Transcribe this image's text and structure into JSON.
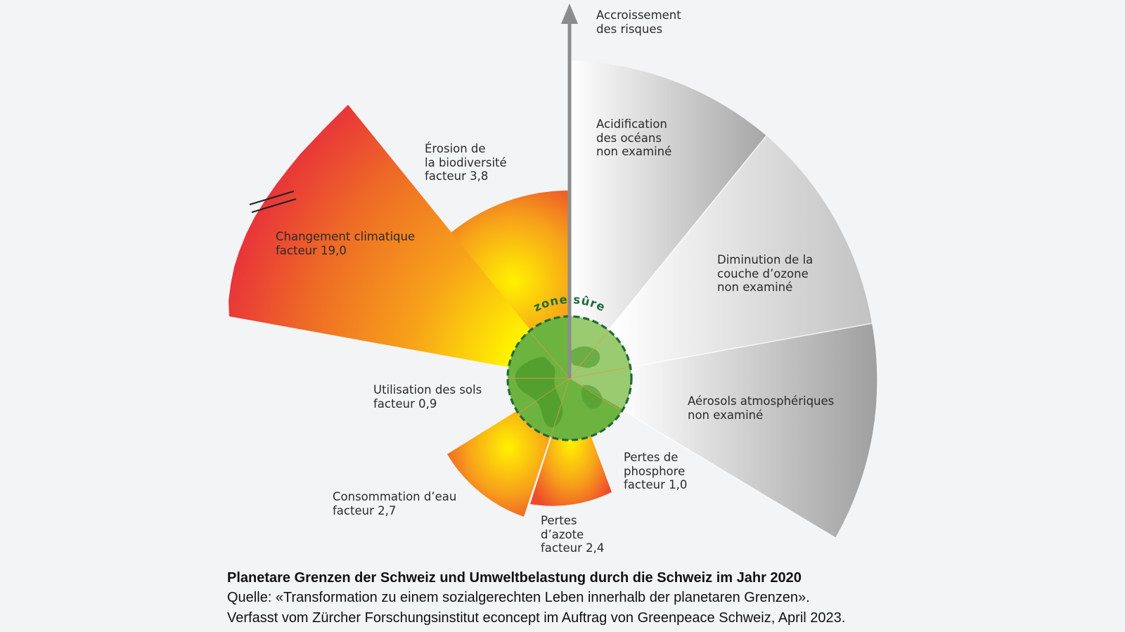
{
  "axis_label": [
    "Accroissement",
    "des risques"
  ],
  "safe_zone_label": "zone sûre",
  "segments": [
    {
      "id": "climate",
      "lines": [
        "Changement climatique",
        "facteur 19,0"
      ],
      "factor": 19.0
    },
    {
      "id": "biodiversity",
      "lines": [
        "Érosion de",
        "la biodiversité",
        "facteur 3,8"
      ],
      "factor": 3.8
    },
    {
      "id": "ocean",
      "lines": [
        "Acidification",
        "des océans",
        "non examiné"
      ],
      "factor": null
    },
    {
      "id": "ozone",
      "lines": [
        "Diminution de la",
        "couche d’ozone",
        "non examiné"
      ],
      "factor": null
    },
    {
      "id": "aerosols",
      "lines": [
        "Aérosols atmosphériques",
        "non examiné"
      ],
      "factor": null
    },
    {
      "id": "phosphorus",
      "lines": [
        "Pertes de",
        "phosphore",
        "facteur 1,0"
      ],
      "factor": 1.0
    },
    {
      "id": "nitrogen",
      "lines": [
        "Pertes",
        "d’azote",
        "facteur 2,4"
      ],
      "factor": 2.4
    },
    {
      "id": "water",
      "lines": [
        "Consommation d’eau",
        "facteur 2,7"
      ],
      "factor": 2.7
    },
    {
      "id": "land",
      "lines": [
        "Utilisation des sols",
        "facteur 0,9"
      ],
      "factor": 0.9
    }
  ],
  "caption": {
    "title": "Planetare Grenzen der Schweiz und Umweltbelastung durch die Schweiz im Jahr 2020",
    "source": "Quelle: «Transformation zu einem sozialgerechten Leben innerhalb der planetaren Grenzen».",
    "author": "Verfasst vom Zürcher Forschungsinstitut econcept im Auftrag von Greenpeace Schweiz, April 2023."
  },
  "colors": {
    "safe_zone": "#6db33f",
    "safe_zone_border": "#1f6b3a",
    "hot_center": "#fff200",
    "hot_edge": "#e8313a",
    "grey_light": "#ffffff",
    "grey_dark": "#9e9e9e"
  }
}
